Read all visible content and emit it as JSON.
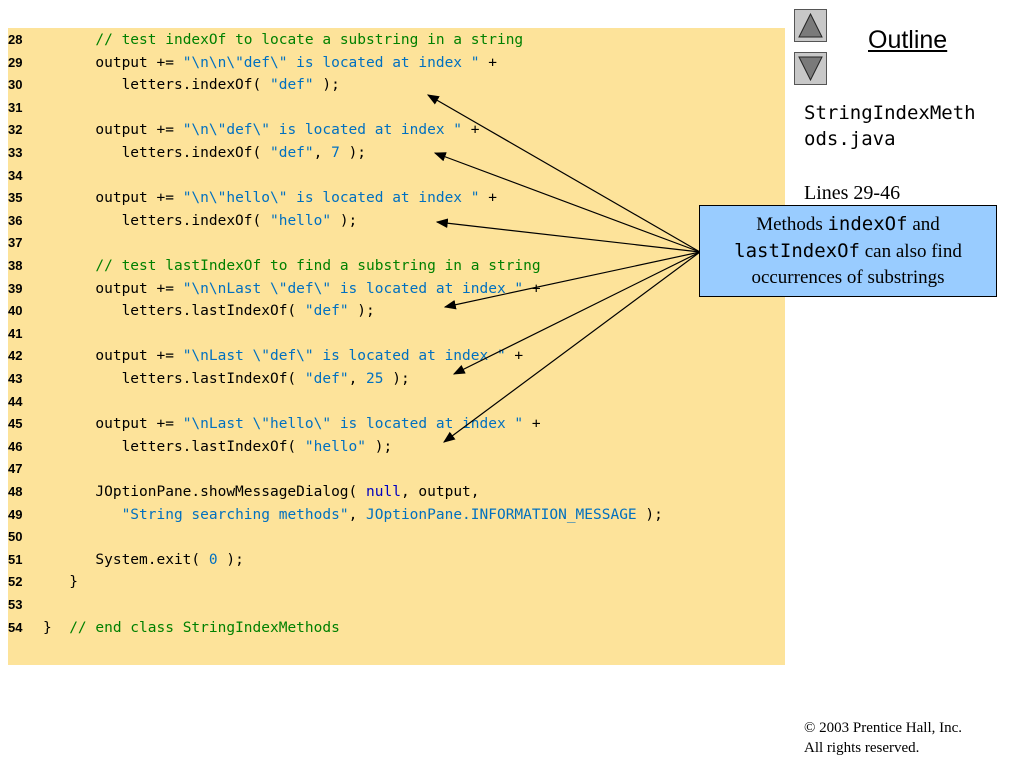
{
  "code": {
    "lines": [
      {
        "n": "28",
        "parts": [
          {
            "t": "      "
          },
          {
            "t": "// test indexOf to locate a substring in a string",
            "c": "cmt"
          }
        ]
      },
      {
        "n": "29",
        "parts": [
          {
            "t": "      output += "
          },
          {
            "t": "\"\\n\\n\\\"def\\\" is located at index \"",
            "c": "str"
          },
          {
            "t": " +"
          }
        ]
      },
      {
        "n": "30",
        "parts": [
          {
            "t": "         letters.indexOf( "
          },
          {
            "t": "\"def\"",
            "c": "str"
          },
          {
            "t": " );"
          }
        ]
      },
      {
        "n": "31",
        "parts": []
      },
      {
        "n": "32",
        "parts": [
          {
            "t": "      output += "
          },
          {
            "t": "\"\\n\\\"def\\\" is located at index \"",
            "c": "str"
          },
          {
            "t": " +"
          }
        ]
      },
      {
        "n": "33",
        "parts": [
          {
            "t": "         letters.indexOf( "
          },
          {
            "t": "\"def\"",
            "c": "str"
          },
          {
            "t": ", "
          },
          {
            "t": "7",
            "c": "str"
          },
          {
            "t": " );"
          }
        ]
      },
      {
        "n": "34",
        "parts": []
      },
      {
        "n": "35",
        "parts": [
          {
            "t": "      output += "
          },
          {
            "t": "\"\\n\\\"hello\\\" is located at index \"",
            "c": "str"
          },
          {
            "t": " +"
          }
        ]
      },
      {
        "n": "36",
        "parts": [
          {
            "t": "         letters.indexOf( "
          },
          {
            "t": "\"hello\"",
            "c": "str"
          },
          {
            "t": " );"
          }
        ]
      },
      {
        "n": "37",
        "parts": []
      },
      {
        "n": "38",
        "parts": [
          {
            "t": "      "
          },
          {
            "t": "// test lastIndexOf to find a substring in a string",
            "c": "cmt"
          }
        ]
      },
      {
        "n": "39",
        "parts": [
          {
            "t": "      output += "
          },
          {
            "t": "\"\\n\\nLast \\\"def\\\" is located at index \"",
            "c": "str"
          },
          {
            "t": " +"
          }
        ]
      },
      {
        "n": "40",
        "parts": [
          {
            "t": "         letters.lastIndexOf( "
          },
          {
            "t": "\"def\"",
            "c": "str"
          },
          {
            "t": " );"
          }
        ]
      },
      {
        "n": "41",
        "parts": []
      },
      {
        "n": "42",
        "parts": [
          {
            "t": "      output += "
          },
          {
            "t": "\"\\nLast \\\"def\\\" is located at index \"",
            "c": "str"
          },
          {
            "t": " +"
          }
        ]
      },
      {
        "n": "43",
        "parts": [
          {
            "t": "         letters.lastIndexOf( "
          },
          {
            "t": "\"def\"",
            "c": "str"
          },
          {
            "t": ", "
          },
          {
            "t": "25",
            "c": "str"
          },
          {
            "t": " );"
          }
        ]
      },
      {
        "n": "44",
        "parts": []
      },
      {
        "n": "45",
        "parts": [
          {
            "t": "      output += "
          },
          {
            "t": "\"\\nLast \\\"hello\\\" is located at index \"",
            "c": "str"
          },
          {
            "t": " +"
          }
        ]
      },
      {
        "n": "46",
        "parts": [
          {
            "t": "         letters.lastIndexOf( "
          },
          {
            "t": "\"hello\"",
            "c": "str"
          },
          {
            "t": " );"
          }
        ]
      },
      {
        "n": "47",
        "parts": []
      },
      {
        "n": "48",
        "parts": [
          {
            "t": "      JOptionPane.showMessageDialog( "
          },
          {
            "t": "null",
            "c": "kw"
          },
          {
            "t": ", output,"
          }
        ]
      },
      {
        "n": "49",
        "parts": [
          {
            "t": "         "
          },
          {
            "t": "\"String searching methods\"",
            "c": "str"
          },
          {
            "t": ", "
          },
          {
            "t": "JOptionPane.INFORMATION_MESSAGE",
            "c": "str"
          },
          {
            "t": " );"
          }
        ]
      },
      {
        "n": "50",
        "parts": []
      },
      {
        "n": "51",
        "parts": [
          {
            "t": "      System.exit( "
          },
          {
            "t": "0",
            "c": "str"
          },
          {
            "t": " );"
          }
        ]
      },
      {
        "n": "52",
        "parts": [
          {
            "t": "   }"
          }
        ]
      },
      {
        "n": "53",
        "parts": []
      },
      {
        "n": "54",
        "parts": [
          {
            "t": "}  "
          },
          {
            "t": "// end class StringIndexMethods",
            "c": "cmt"
          }
        ]
      }
    ]
  },
  "nav": {
    "up_icon": "triangle-up-icon",
    "down_icon": "triangle-down-icon",
    "outline_label": "Outline"
  },
  "sidebar": {
    "filename_line1": "StringIndexMeth",
    "filename_line2": "ods.java",
    "lines_label": "Lines 29-46"
  },
  "callout": {
    "text_1": "Methods ",
    "code_1": "indexOf",
    "text_2": " and",
    "code_2": "lastIndexOf",
    "text_3": " can also find",
    "text_4": "occurrences of substrings"
  },
  "footer": {
    "copyright": "© 2003 Prentice Hall, Inc.",
    "rights": "All rights reserved."
  },
  "colors": {
    "code_bg": "#fde39a",
    "comment": "#008000",
    "string": "#0070c0",
    "keyword": "#0000c0",
    "callout_bg": "#99ccff"
  }
}
